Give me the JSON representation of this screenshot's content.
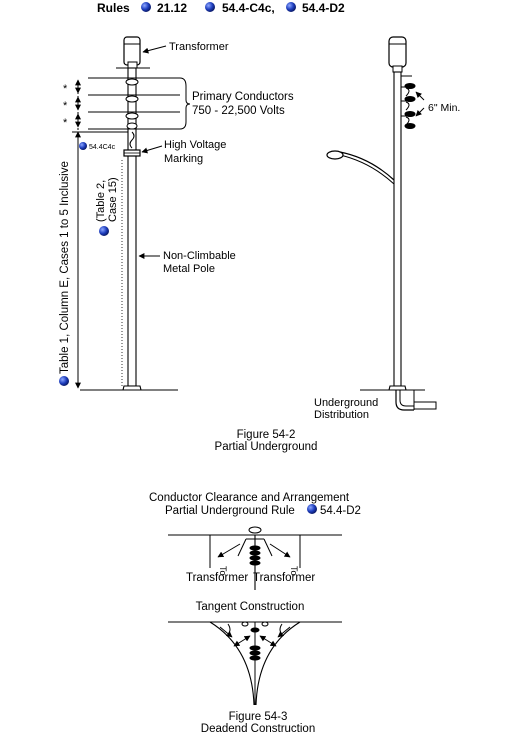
{
  "rules": {
    "label": "Rules",
    "items": [
      "21.12",
      "54.4-C4c,",
      "54.4-D2"
    ]
  },
  "figure_54_2": {
    "transformer_label": "Transformer",
    "primary_conductors_line1": "Primary Conductors",
    "primary_conductors_line2": "750 - 22,500 Volts",
    "asterisk": "*",
    "ref_54_4_c4c": "54.4C4c",
    "high_voltage_line1": "High Voltage",
    "high_voltage_line2": "Marking",
    "table2_line1": "(Table 2,",
    "table2_line2": "Case 15)",
    "table1_text": "Table 1, Column E, Cases 1 to 5 Inclusive",
    "non_climbable_line1": "Non-Climbable",
    "non_climbable_line2": "Metal Pole",
    "six_inch_min": "6\" Min.",
    "underground_line1": "Underground",
    "underground_line2": "Distribution",
    "caption_line1": "Figure 54-2",
    "caption_line2": "Partial Underground"
  },
  "figure_54_3": {
    "heading_line1": "Conductor Clearance and Arrangement",
    "heading_line2": "Partial Underground Rule",
    "heading_rule": "54.4-D2",
    "to_label": "To",
    "transformer_left": "Transformer",
    "transformer_right": "Transformer",
    "tangent_label": "Tangent Construction",
    "caption_line1": "Figure 54-3",
    "caption_line2": "Deadend Construction"
  },
  "colors": {
    "bullet": "#1f3fbf",
    "line": "#000000"
  }
}
